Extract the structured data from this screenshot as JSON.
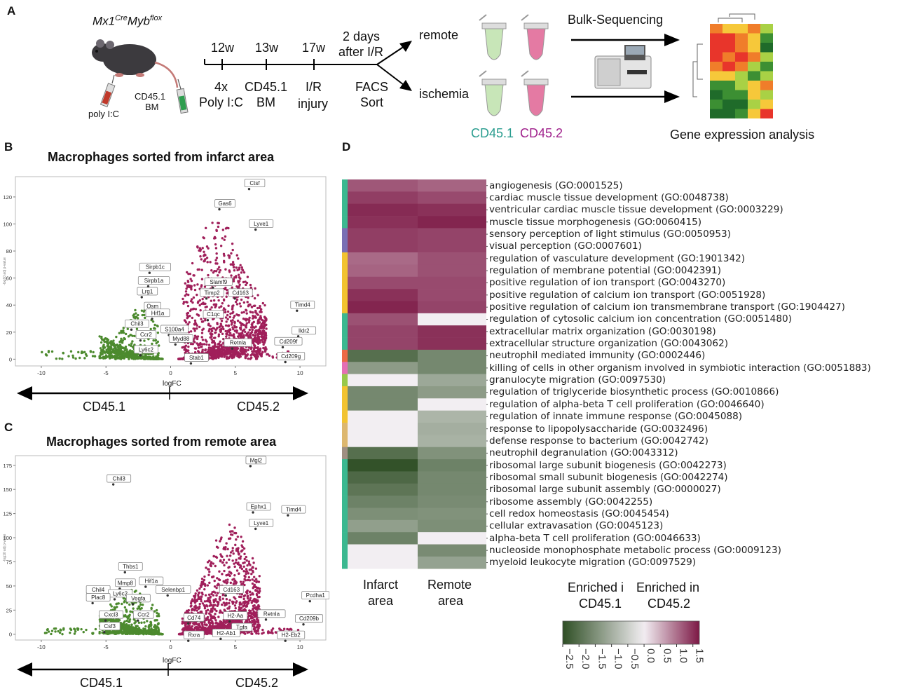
{
  "figure": {
    "panels": {
      "a": "A",
      "b": "B",
      "c": "C",
      "d": "D"
    }
  },
  "panel_a": {
    "mouse_label_main": "Mx1",
    "mouse_label_sup1": "Cre",
    "mouse_label_main2": "Myb",
    "mouse_label_sup2": "flox",
    "syringe1_label": "poly I:C",
    "syringe2_label_l1": "CD45.1",
    "syringe2_label_l2": "BM",
    "timeline": [
      {
        "top": "12w",
        "bottom_l1": "4x",
        "bottom_l2": "Poly I:C"
      },
      {
        "top": "13w",
        "bottom_l1": "CD45.1",
        "bottom_l2": "BM"
      },
      {
        "top": "17w",
        "bottom_l1": "I/R",
        "bottom_l2": "injury"
      },
      {
        "top": "2 days",
        "top2": "after I/R",
        "bottom_l1": "FACS",
        "bottom_l2": "Sort"
      }
    ],
    "branch_remote": "remote",
    "branch_ischemia": "ischemia",
    "tube_label_1": "CD45.1",
    "tube_label_2": "CD45.2",
    "tube_colors": {
      "cd451": "#2a9d8f",
      "cd452": "#a0218c"
    },
    "sequencing_label": "Bulk-Sequencing",
    "gene_expression_label": "Gene expression analysis"
  },
  "panel_b": {
    "title": "Macrophages sorted from infarct area",
    "xlabel": "logFC",
    "ylabel": "-log10 adj p-value",
    "arrow_left": "CD45.1",
    "arrow_right": "CD45.2",
    "chart_data": {
      "type": "scatter",
      "xticks": [
        "-10",
        "-5",
        "0",
        "5",
        "10"
      ],
      "yticks": [
        "0",
        "20",
        "40",
        "60",
        "80",
        "100",
        "120"
      ],
      "xlim": [
        -12,
        12
      ],
      "ylim": [
        -5,
        135
      ],
      "labels": [
        {
          "text": "Ctsf",
          "x": 6.5,
          "y": 130
        },
        {
          "text": "Gas6",
          "x": 4.2,
          "y": 115
        },
        {
          "text": "Lyve1",
          "x": 7.0,
          "y": 100
        },
        {
          "text": "Sirpb1c",
          "x": -1.2,
          "y": 68
        },
        {
          "text": "Sirpb1a",
          "x": -1.3,
          "y": 58
        },
        {
          "text": "Lrg1",
          "x": -1.8,
          "y": 50
        },
        {
          "text": "Slamf9",
          "x": 3.7,
          "y": 57
        },
        {
          "text": "Timp2",
          "x": 3.2,
          "y": 49
        },
        {
          "text": "Cd163",
          "x": 5.4,
          "y": 49
        },
        {
          "text": "Timd4",
          "x": 10.2,
          "y": 40
        },
        {
          "text": "Osm",
          "x": -1.4,
          "y": 39
        },
        {
          "text": "Hif1a",
          "x": -1.0,
          "y": 34
        },
        {
          "text": "C1qc",
          "x": 3.3,
          "y": 33
        },
        {
          "text": "Chil3",
          "x": -2.6,
          "y": 26
        },
        {
          "text": "S100a4",
          "x": 0.3,
          "y": 22
        },
        {
          "text": "Ccr2",
          "x": -1.9,
          "y": 18
        },
        {
          "text": "Myd88",
          "x": 0.8,
          "y": 15
        },
        {
          "text": "Ildr2",
          "x": 10.3,
          "y": 21
        },
        {
          "text": "Cd209f",
          "x": 9.1,
          "y": 13
        },
        {
          "text": "Retnla",
          "x": 5.2,
          "y": 12
        },
        {
          "text": "Ly6c2",
          "x": -1.9,
          "y": 7
        },
        {
          "text": "Stab1",
          "x": 2.0,
          "y": 1
        },
        {
          "text": "Cd209g",
          "x": 9.3,
          "y": 2
        }
      ]
    }
  },
  "panel_c": {
    "title": "Macrophages sorted from remote area",
    "xlabel": "logFC",
    "ylabel": "-log10 adj p-value",
    "arrow_left": "CD45.1",
    "arrow_right": "CD45.2",
    "chart_data": {
      "type": "scatter",
      "xticks": [
        "-10",
        "-5",
        "0",
        "5",
        "10"
      ],
      "yticks": [
        "0",
        "25",
        "50",
        "75",
        "100",
        "125",
        "150",
        "175"
      ],
      "xlim": [
        -12,
        12
      ],
      "ylim": [
        -6,
        185
      ],
      "labels": [
        {
          "text": "Mgl2",
          "x": 6.6,
          "y": 180
        },
        {
          "text": "Chil3",
          "x": -4.0,
          "y": 161
        },
        {
          "text": "Ephx1",
          "x": 6.8,
          "y": 132
        },
        {
          "text": "Timd4",
          "x": 9.5,
          "y": 129
        },
        {
          "text": "Lyve1",
          "x": 7.0,
          "y": 115
        },
        {
          "text": "Thbs1",
          "x": -3.1,
          "y": 70
        },
        {
          "text": "Mmp8",
          "x": -3.5,
          "y": 53
        },
        {
          "text": "Hif1a",
          "x": -1.5,
          "y": 55
        },
        {
          "text": "Chil4",
          "x": -5.6,
          "y": 46
        },
        {
          "text": "Ly6c2",
          "x": -3.9,
          "y": 42
        },
        {
          "text": "Selenbp1",
          "x": 0.2,
          "y": 46
        },
        {
          "text": "Cd163",
          "x": 4.7,
          "y": 46
        },
        {
          "text": "Pcdha1",
          "x": 11.2,
          "y": 40
        },
        {
          "text": "Plac8",
          "x": -5.6,
          "y": 38
        },
        {
          "text": "Vegfa",
          "x": -2.5,
          "y": 37
        },
        {
          "text": "Cxcl3",
          "x": -4.6,
          "y": 20
        },
        {
          "text": "Ccr2",
          "x": -2.1,
          "y": 20
        },
        {
          "text": "Cd74",
          "x": 1.8,
          "y": 17
        },
        {
          "text": "H2-Aa",
          "x": 5.0,
          "y": 19
        },
        {
          "text": "Retnla",
          "x": 7.8,
          "y": 21
        },
        {
          "text": "Cd209b",
          "x": 10.7,
          "y": 16
        },
        {
          "text": "Csf3",
          "x": -4.7,
          "y": 8
        },
        {
          "text": "Tgfa",
          "x": 5.5,
          "y": 7
        },
        {
          "text": "H2-Ab1",
          "x": 4.3,
          "y": 1
        },
        {
          "text": "Rxra",
          "x": 1.8,
          "y": -1
        },
        {
          "text": "H2-Eb2",
          "x": 9.3,
          "y": -1
        }
      ]
    }
  },
  "panel_d": {
    "col_labels": [
      {
        "l1": "Infarct",
        "l2": "area"
      },
      {
        "l1": "Remote",
        "l2": "area"
      }
    ],
    "legend_left_l1": "Enriched i",
    "legend_left_l2": "CD45.1",
    "legend_right_l1": "Enriched in",
    "legend_right_l2": "CD45.2",
    "chart_data": {
      "type": "heatmap",
      "colorbar": {
        "min": -2.5,
        "max": 1.7,
        "ticks": [
          "−2.5",
          "−2.0",
          "−1.5",
          "−1.0",
          "−0.5",
          "0.0",
          "0.5",
          "1.0",
          "1.5"
        ],
        "low_color": "#2f4f25",
        "mid_color": "#f2eef2",
        "high_color": "#7c1845"
      },
      "rows": [
        {
          "term": "angiogenesis (GO:0001525)",
          "infarct": 1.2,
          "remote": 1.1,
          "cluster": "#3bb890"
        },
        {
          "term": "cardiac muscle tissue development (GO:0048738)",
          "infarct": 1.4,
          "remote": 1.3,
          "cluster": "#3bb890"
        },
        {
          "term": "ventricular cardiac muscle tissue development (GO:0003229)",
          "infarct": 1.55,
          "remote": 1.5,
          "cluster": "#3bb890"
        },
        {
          "term": "muscle tissue morphogenesis (GO:0060415)",
          "infarct": 1.5,
          "remote": 1.6,
          "cluster": "#3bb890"
        },
        {
          "term": "sensory perception of light stimulus (GO:0050953)",
          "infarct": 1.4,
          "remote": 1.35,
          "cluster": "#7a6fb4"
        },
        {
          "term": "visual perception (GO:0007601)",
          "infarct": 1.4,
          "remote": 1.35,
          "cluster": "#7a6fb4"
        },
        {
          "term": "regulation of vasculature development (GO:1901342)",
          "infarct": 1.05,
          "remote": 1.25,
          "cluster": "#f2c330"
        },
        {
          "term": "regulation of membrane potential (GO:0042391)",
          "infarct": 1.1,
          "remote": 1.25,
          "cluster": "#f2c330"
        },
        {
          "term": "positive regulation of ion transport (GO:0043270)",
          "infarct": 1.3,
          "remote": 1.3,
          "cluster": "#f2c330"
        },
        {
          "term": "positive regulation of calcium ion transport (GO:0051928)",
          "infarct": 1.5,
          "remote": 1.3,
          "cluster": "#f2c330"
        },
        {
          "term": "positive regulation of calcium ion transmembrane transport (GO:1904427)",
          "infarct": 1.6,
          "remote": 1.35,
          "cluster": "#f2c330"
        },
        {
          "term": "regulation of cytosolic calcium ion concentration (GO:0051480)",
          "infarct": 1.25,
          "remote": 0.0,
          "cluster": "#3bb890"
        },
        {
          "term": "extracellular matrix organization (GO:0030198)",
          "infarct": 1.35,
          "remote": 1.5,
          "cluster": "#3bb890"
        },
        {
          "term": "extracellular structure organization (GO:0043062)",
          "infarct": 1.35,
          "remote": 1.5,
          "cluster": "#3bb890"
        },
        {
          "term": "neutrophil mediated immunity (GO:0002446)",
          "infarct": -2.0,
          "remote": -1.6,
          "cluster": "#ec6a45"
        },
        {
          "term": "killing of cells in other organism involved in symbiotic interaction (GO:0051883)",
          "infarct": -1.3,
          "remote": -1.6,
          "cluster": "#e56fb4"
        },
        {
          "term": "granulocyte migration (GO:0097530)",
          "infarct": 0.0,
          "remote": -1.1,
          "cluster": "#98c94a"
        },
        {
          "term": "regulation of triglyceride biosynthetic process (GO:0010866)",
          "infarct": -1.6,
          "remote": -1.3,
          "cluster": "#f2c330"
        },
        {
          "term": "regulation of alpha-beta T cell proliferation (GO:0046640)",
          "infarct": -1.6,
          "remote": 0.0,
          "cluster": "#f2c330"
        },
        {
          "term": "regulation of innate immune response (GO:0045088)",
          "infarct": 0.0,
          "remote": -0.9,
          "cluster": "#f2c330"
        },
        {
          "term": "response to lipopolysaccharide (GO:0032496)",
          "infarct": 0.0,
          "remote": -1.0,
          "cluster": "#ddb76f"
        },
        {
          "term": "defense response to bacterium (GO:0042742)",
          "infarct": 0.0,
          "remote": -0.95,
          "cluster": "#ddb76f"
        },
        {
          "term": "neutrophil degranulation (GO:0043312)",
          "infarct": -2.0,
          "remote": -1.45,
          "cluster": "#9f8f82"
        },
        {
          "term": "ribosomal large subunit biogenesis (GO:0042273)",
          "infarct": -2.45,
          "remote": -1.7,
          "cluster": "#3bb890"
        },
        {
          "term": "ribosomal small subunit biogenesis (GO:0042274)",
          "infarct": -2.1,
          "remote": -1.6,
          "cluster": "#3bb890"
        },
        {
          "term": "ribosomal large subunit assembly (GO:0000027)",
          "infarct": -1.9,
          "remote": -1.6,
          "cluster": "#3bb890"
        },
        {
          "term": "ribosome assembly (GO:0042255)",
          "infarct": -1.7,
          "remote": -1.55,
          "cluster": "#3bb890"
        },
        {
          "term": "cell redox homeostasis (GO:0045454)",
          "infarct": -1.5,
          "remote": -1.45,
          "cluster": "#3bb890"
        },
        {
          "term": "cellular extravasation (GO:0045123)",
          "infarct": -1.25,
          "remote": -1.5,
          "cluster": "#3bb890"
        },
        {
          "term": "alpha-beta T cell proliferation (GO:0046633)",
          "infarct": -1.7,
          "remote": 0.0,
          "cluster": "#3bb890"
        },
        {
          "term": "nucleoside monophosphate metabolic process (GO:0009123)",
          "infarct": 0.0,
          "remote": -1.55,
          "cluster": "#3bb890"
        },
        {
          "term": "myeloid leukocyte migration (GO:0097529)",
          "infarct": 0.0,
          "remote": -1.2,
          "cluster": "#3bb890"
        }
      ]
    }
  }
}
